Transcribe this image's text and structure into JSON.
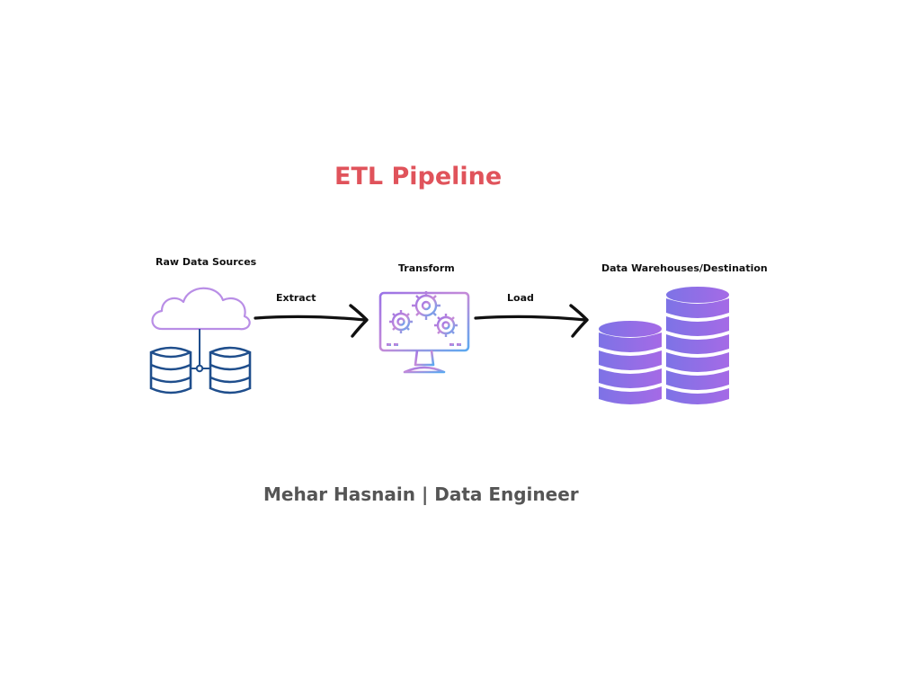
{
  "diagram": {
    "title": "ETL Pipeline",
    "nodes": [
      {
        "id": "sources",
        "label": "Raw Data Sources",
        "icon": "cloud-database-icon"
      },
      {
        "id": "transform",
        "label": "Transform",
        "icon": "monitor-gears-icon"
      },
      {
        "id": "destination",
        "label": "Data Warehouses/Destination",
        "icon": "database-stack-icon"
      }
    ],
    "edges": [
      {
        "from": "sources",
        "to": "transform",
        "label": "Extract"
      },
      {
        "from": "transform",
        "to": "destination",
        "label": "Load"
      }
    ],
    "footer": "Mehar Hasnain | Data Engineer",
    "colors": {
      "title": "#e0535b",
      "cloud": "#b98ee6",
      "source_db": "#1f4e8c",
      "destination_db": "#8b6fe0",
      "footer": "#555555"
    }
  }
}
